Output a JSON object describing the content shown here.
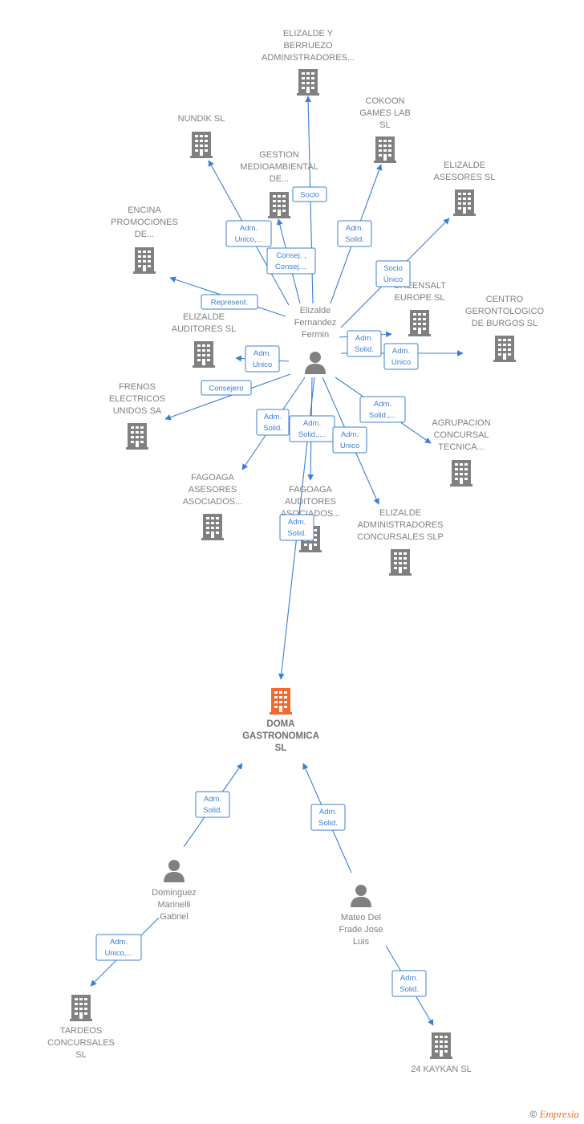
{
  "colors": {
    "edge": "#3b7fd4",
    "building": "#808080",
    "building_main": "#f26a30",
    "person": "#808080"
  },
  "nodes": [
    {
      "id": "center",
      "type": "company",
      "main": true,
      "label": [
        "DOMA",
        "GASTRONOMICA",
        "SL"
      ]
    },
    {
      "id": "elizalde_fermin",
      "type": "person",
      "label": [
        "Elizalde",
        "Fernandez",
        "Fermin"
      ]
    },
    {
      "id": "dominguez",
      "type": "person",
      "label": [
        "Dominguez",
        "Marinelli",
        "Gabriel"
      ]
    },
    {
      "id": "mateo",
      "type": "person",
      "label": [
        "Mateo Del",
        "Frade Jose",
        "Luis"
      ]
    },
    {
      "id": "elizalde_berruezo",
      "type": "company",
      "label": [
        "ELIZALDE Y",
        "BERRUEZO",
        "ADMINISTRADORES..."
      ]
    },
    {
      "id": "nundik",
      "type": "company",
      "label": [
        "NUNDIK  SL"
      ]
    },
    {
      "id": "cokoon",
      "type": "company",
      "label": [
        "COKOON",
        "GAMES LAB",
        "SL"
      ]
    },
    {
      "id": "gestion",
      "type": "company",
      "label": [
        "GESTION",
        "MEDIOAMBIENTAL",
        "DE..."
      ]
    },
    {
      "id": "elizalde_asesores",
      "type": "company",
      "label": [
        "ELIZALDE",
        "ASESORES  SL"
      ]
    },
    {
      "id": "encina",
      "type": "company",
      "label": [
        "ENCINA",
        "PROMOCIONES",
        "DE..."
      ]
    },
    {
      "id": "greensalt",
      "type": "company",
      "label": [
        "GREENSALT",
        "EUROPE SL"
      ]
    },
    {
      "id": "centro",
      "type": "company",
      "label": [
        "CENTRO",
        "GERONTOLOGICO",
        "DE BURGOS SL"
      ]
    },
    {
      "id": "elizalde_auditores",
      "type": "company",
      "label": [
        "ELIZALDE",
        "AUDITORES SL"
      ]
    },
    {
      "id": "frenos",
      "type": "company",
      "label": [
        "FRENOS",
        "ELECTRICOS",
        "UNIDOS SA"
      ]
    },
    {
      "id": "agrupacion",
      "type": "company",
      "label": [
        "AGRUPACION",
        "CONCURSAL",
        "TECNICA..."
      ]
    },
    {
      "id": "fagoaga_asesores",
      "type": "company",
      "label": [
        "FAGOAGA",
        "ASESORES",
        "ASOCIADOS..."
      ]
    },
    {
      "id": "fagoaga_auditores",
      "type": "company",
      "label": [
        "FAGOAGA",
        "AUDITORES",
        "ASOCIADOS..."
      ]
    },
    {
      "id": "elizalde_admin",
      "type": "company",
      "label": [
        "ELIZALDE",
        "ADMINISTRADORES",
        "CONCURSALES SLP"
      ]
    },
    {
      "id": "tardeos",
      "type": "company",
      "label": [
        "TARDEOS",
        "CONCURSALES",
        "SL"
      ]
    },
    {
      "id": "kaykan",
      "type": "company",
      "label": [
        "24 KAYKAN SL"
      ]
    }
  ],
  "edges": [
    {
      "from": "elizalde_fermin",
      "to": "elizalde_berruezo",
      "label": [
        "Socio"
      ]
    },
    {
      "from": "elizalde_fermin",
      "to": "nundik",
      "label": [
        "Adm.",
        "Unico,..."
      ]
    },
    {
      "from": "elizalde_fermin",
      "to": "gestion",
      "label": [
        "Consej. ,",
        "Consej...."
      ]
    },
    {
      "from": "elizalde_fermin",
      "to": "cokoon",
      "label": [
        "Adm.",
        "Solid."
      ]
    },
    {
      "from": "elizalde_fermin",
      "to": "elizalde_asesores",
      "label": [
        "Socio",
        "Único"
      ]
    },
    {
      "from": "elizalde_fermin",
      "to": "encina",
      "label": [
        "Represent."
      ]
    },
    {
      "from": "elizalde_fermin",
      "to": "greensalt",
      "label": [
        "Adm.",
        "Solid."
      ]
    },
    {
      "from": "elizalde_fermin",
      "to": "centro",
      "label": [
        "Adm.",
        "Unico"
      ]
    },
    {
      "from": "elizalde_fermin",
      "to": "elizalde_auditores",
      "label": [
        "Adm.",
        "Unico"
      ]
    },
    {
      "from": "elizalde_fermin",
      "to": "frenos",
      "label": [
        "Consejero"
      ]
    },
    {
      "from": "elizalde_fermin",
      "to": "agrupacion",
      "label": [
        "Adm.",
        "Solid.,..."
      ]
    },
    {
      "from": "elizalde_fermin",
      "to": "fagoaga_asesores",
      "label": [
        "Adm.",
        "Solid."
      ]
    },
    {
      "from": "elizalde_fermin",
      "to": "fagoaga_auditores",
      "label": [
        "Adm.",
        "Solid.,..."
      ]
    },
    {
      "from": "elizalde_fermin",
      "to": "elizalde_admin",
      "label": [
        "Adm.",
        "Unico"
      ]
    },
    {
      "from": "elizalde_fermin",
      "to": "center",
      "label": [
        "Adm.",
        "Solid."
      ]
    },
    {
      "from": "dominguez",
      "to": "center",
      "label": [
        "Adm.",
        "Solid."
      ]
    },
    {
      "from": "mateo",
      "to": "center",
      "label": [
        "Adm.",
        "Solid."
      ]
    },
    {
      "from": "dominguez",
      "to": "tardeos",
      "label": [
        "Adm.",
        "Unico,..."
      ]
    },
    {
      "from": "mateo",
      "to": "kaykan",
      "label": [
        "Adm.",
        "Solid."
      ]
    }
  ],
  "footer": {
    "copyright": "©",
    "brand": "Empresia"
  }
}
